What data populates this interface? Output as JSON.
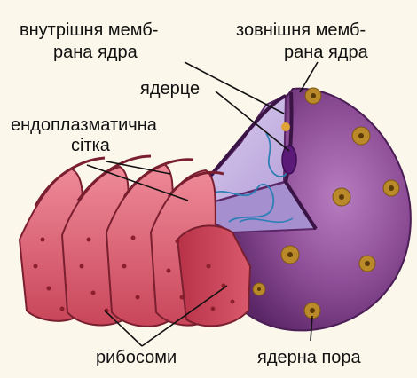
{
  "labels": {
    "inner_membrane_line1": "внутрішня мемб-",
    "inner_membrane_line2": "рана ядра",
    "outer_membrane_line1": "зовнішня мемб-",
    "outer_membrane_line2": "рана ядра",
    "nucleolus": "ядерце",
    "er_line1": "ендоплазматична",
    "er_line2": "сітка",
    "ribosomes": "рибосоми",
    "nuclear_pore": "ядерна пора"
  },
  "colors": {
    "background": "#fbf7ea",
    "nucleus_surface": "#8a4a92",
    "nucleus_interior": "#c9b6e6",
    "nuclear_pore": "#b9892a",
    "er_membrane": "#d9596c",
    "ribosome": "#8c1f2c",
    "leader_line": "#111111"
  }
}
